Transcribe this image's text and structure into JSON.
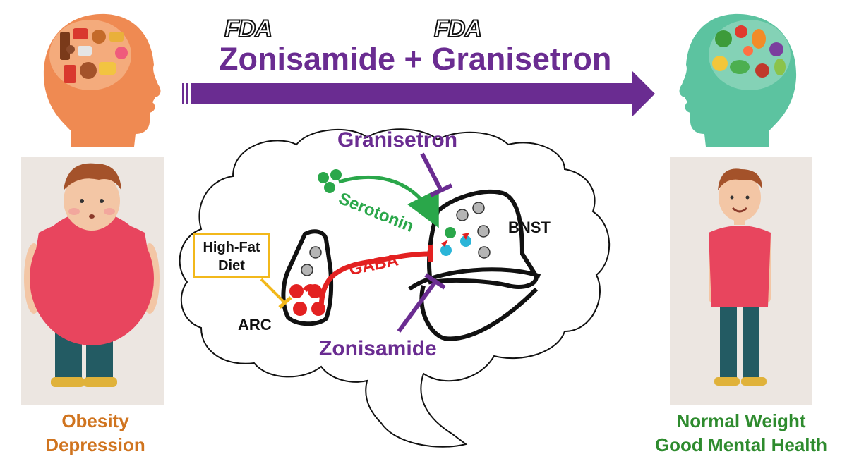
{
  "header": {
    "fda_logo_1": "FDA",
    "fda_logo_2": "FDA",
    "title": "Zonisamide + Granisetron"
  },
  "outcomes": {
    "before_line1": "Obesity",
    "before_line2": "Depression",
    "after_line1": "Normal Weight",
    "after_line2": "Good Mental Health"
  },
  "diagram": {
    "granisetron_label": "Granisetron",
    "zonisamide_label": "Zonisamide",
    "serotonin_label": "Serotonin",
    "gaba_label": "GABA",
    "bnst_label": "BNST",
    "arc_label": "ARC",
    "high_fat_diet_line1": "High-Fat",
    "high_fat_diet_line2": "Diet"
  },
  "colors": {
    "purple": "#6a2c91",
    "green": "#2aa74a",
    "red": "#e32121",
    "orange": "#d0741f",
    "yellow": "#f2b81b",
    "head_left": "#ef8a52",
    "head_right": "#5cc3a0"
  }
}
